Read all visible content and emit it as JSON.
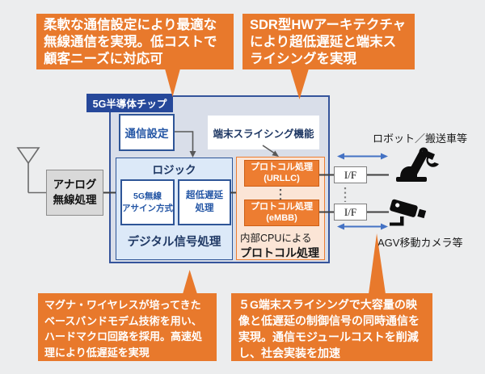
{
  "callouts": {
    "top_left": "柔軟な通信設定により最適な無線通信を実現。低コストで顧客ニーズに対応可",
    "top_right": "SDR型HWアーキテクチャにより超低遅延と端末スライシングを実現",
    "bottom_left": "マグナ・ワイヤレスが培ってきたベースバンドモデム技術を用い、ハードマクロ回路を採用。高速処理により低遅延を実現",
    "bottom_right": "５G端末スライシングで大容量の映像と低遅延の制御信号の同時通信を実現。通信モジュールコストを削減し、社会実装を加速"
  },
  "chip": {
    "title": "5G半導体チップ",
    "comm_config": "通信設定",
    "slicing_function": "端末スライシング機能",
    "logic": {
      "title": "ロジック",
      "radio_line1": "5G無線",
      "radio_line2": "アサイン方式",
      "latency_line1": "超低遅延",
      "latency_line2": "処理",
      "caption": "デジタル信号処理"
    },
    "protocol": {
      "urllc_line1": "プロトコル処理",
      "urllc_line2": "(URLLC)",
      "embb_line1": "プロトコル処理",
      "embb_line2": "(eMBB)",
      "caption_line1": "内部CPUによる",
      "caption_line2": "プロトコル処理"
    }
  },
  "left_side": {
    "analog_line1": "アナログ",
    "analog_line2": "無線処理"
  },
  "right_side": {
    "if_label_1": "I/F",
    "if_label_2": "I/F",
    "robot_label": "ロボット／搬送車等",
    "agv_label": "AGV移動カメラ等"
  },
  "icons": {
    "antenna": "antenna-icon",
    "robot": "robot-arm-icon",
    "camera": "cctv-camera-icon"
  },
  "colors": {
    "background": "#ecedee",
    "callout_orange": "#e8792c",
    "orange_box": "#ed7d31",
    "peach_fill": "#fbe5d6",
    "navy_tab": "#26489a",
    "chip_fill": "#d9dee9",
    "chip_border": "#35549b",
    "logic_fill": "#dce9f8",
    "blue_text": "#2456a5",
    "navy_text": "#1f3864",
    "arrow_blue": "#4472c4",
    "gray_box": "#d9d9d9"
  }
}
